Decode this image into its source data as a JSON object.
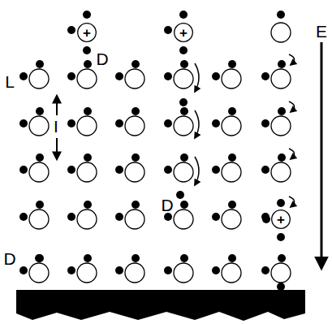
{
  "diagram": {
    "nodes": [
      {
        "text": [
          "+"
        ]
      },
      {
        "text": [
          "+"
        ]
      },
      {
        "text": [
          "+"
        ]
      }
    ],
    "labels": [
      "E",
      "D",
      "L",
      "I",
      "D",
      "D"
    ]
  }
}
